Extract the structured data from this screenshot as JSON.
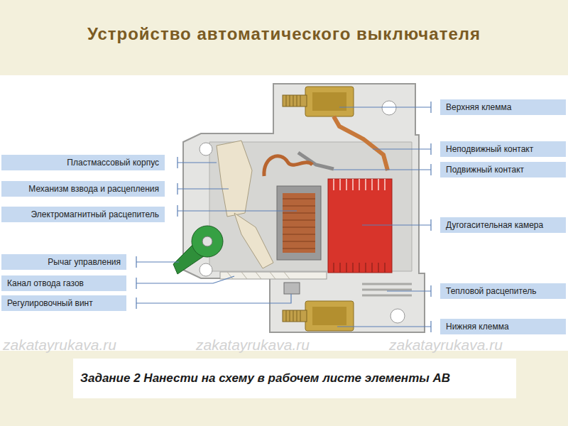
{
  "diagram": {
    "title": "Устройство автоматического выключателя",
    "nodes": [
      {
        "text": [
          "Верхняя клемма"
        ]
      },
      {
        "text": [
          "Пластмассовый корпус"
        ]
      },
      {
        "text": [
          "Неподвижный контакт"
        ]
      },
      {
        "text": [
          "Подвижный контакт"
        ]
      },
      {
        "text": [
          "Механизм взвода и расцепления"
        ]
      },
      {
        "text": [
          "Электромагнитный расцепитель"
        ]
      },
      {
        "text": [
          "Дугогасительная камера"
        ]
      },
      {
        "text": [
          "Рычаг управления"
        ]
      },
      {
        "text": [
          "Тепловой расцепитель"
        ]
      },
      {
        "text": [
          "Канал отвода газов"
        ]
      },
      {
        "text": [
          "Регулировочный винт"
        ]
      },
      {
        "text": [
          "Нижняя клемма"
        ]
      },
      {
        "text": [
          "Задание 2 Нанести на схему в рабочем листе элементы АВ"
        ]
      }
    ],
    "labels": [
      "zakatayrukava.ru",
      "zakatayrukava.ru",
      "zakatayrukava.ru"
    ]
  }
}
